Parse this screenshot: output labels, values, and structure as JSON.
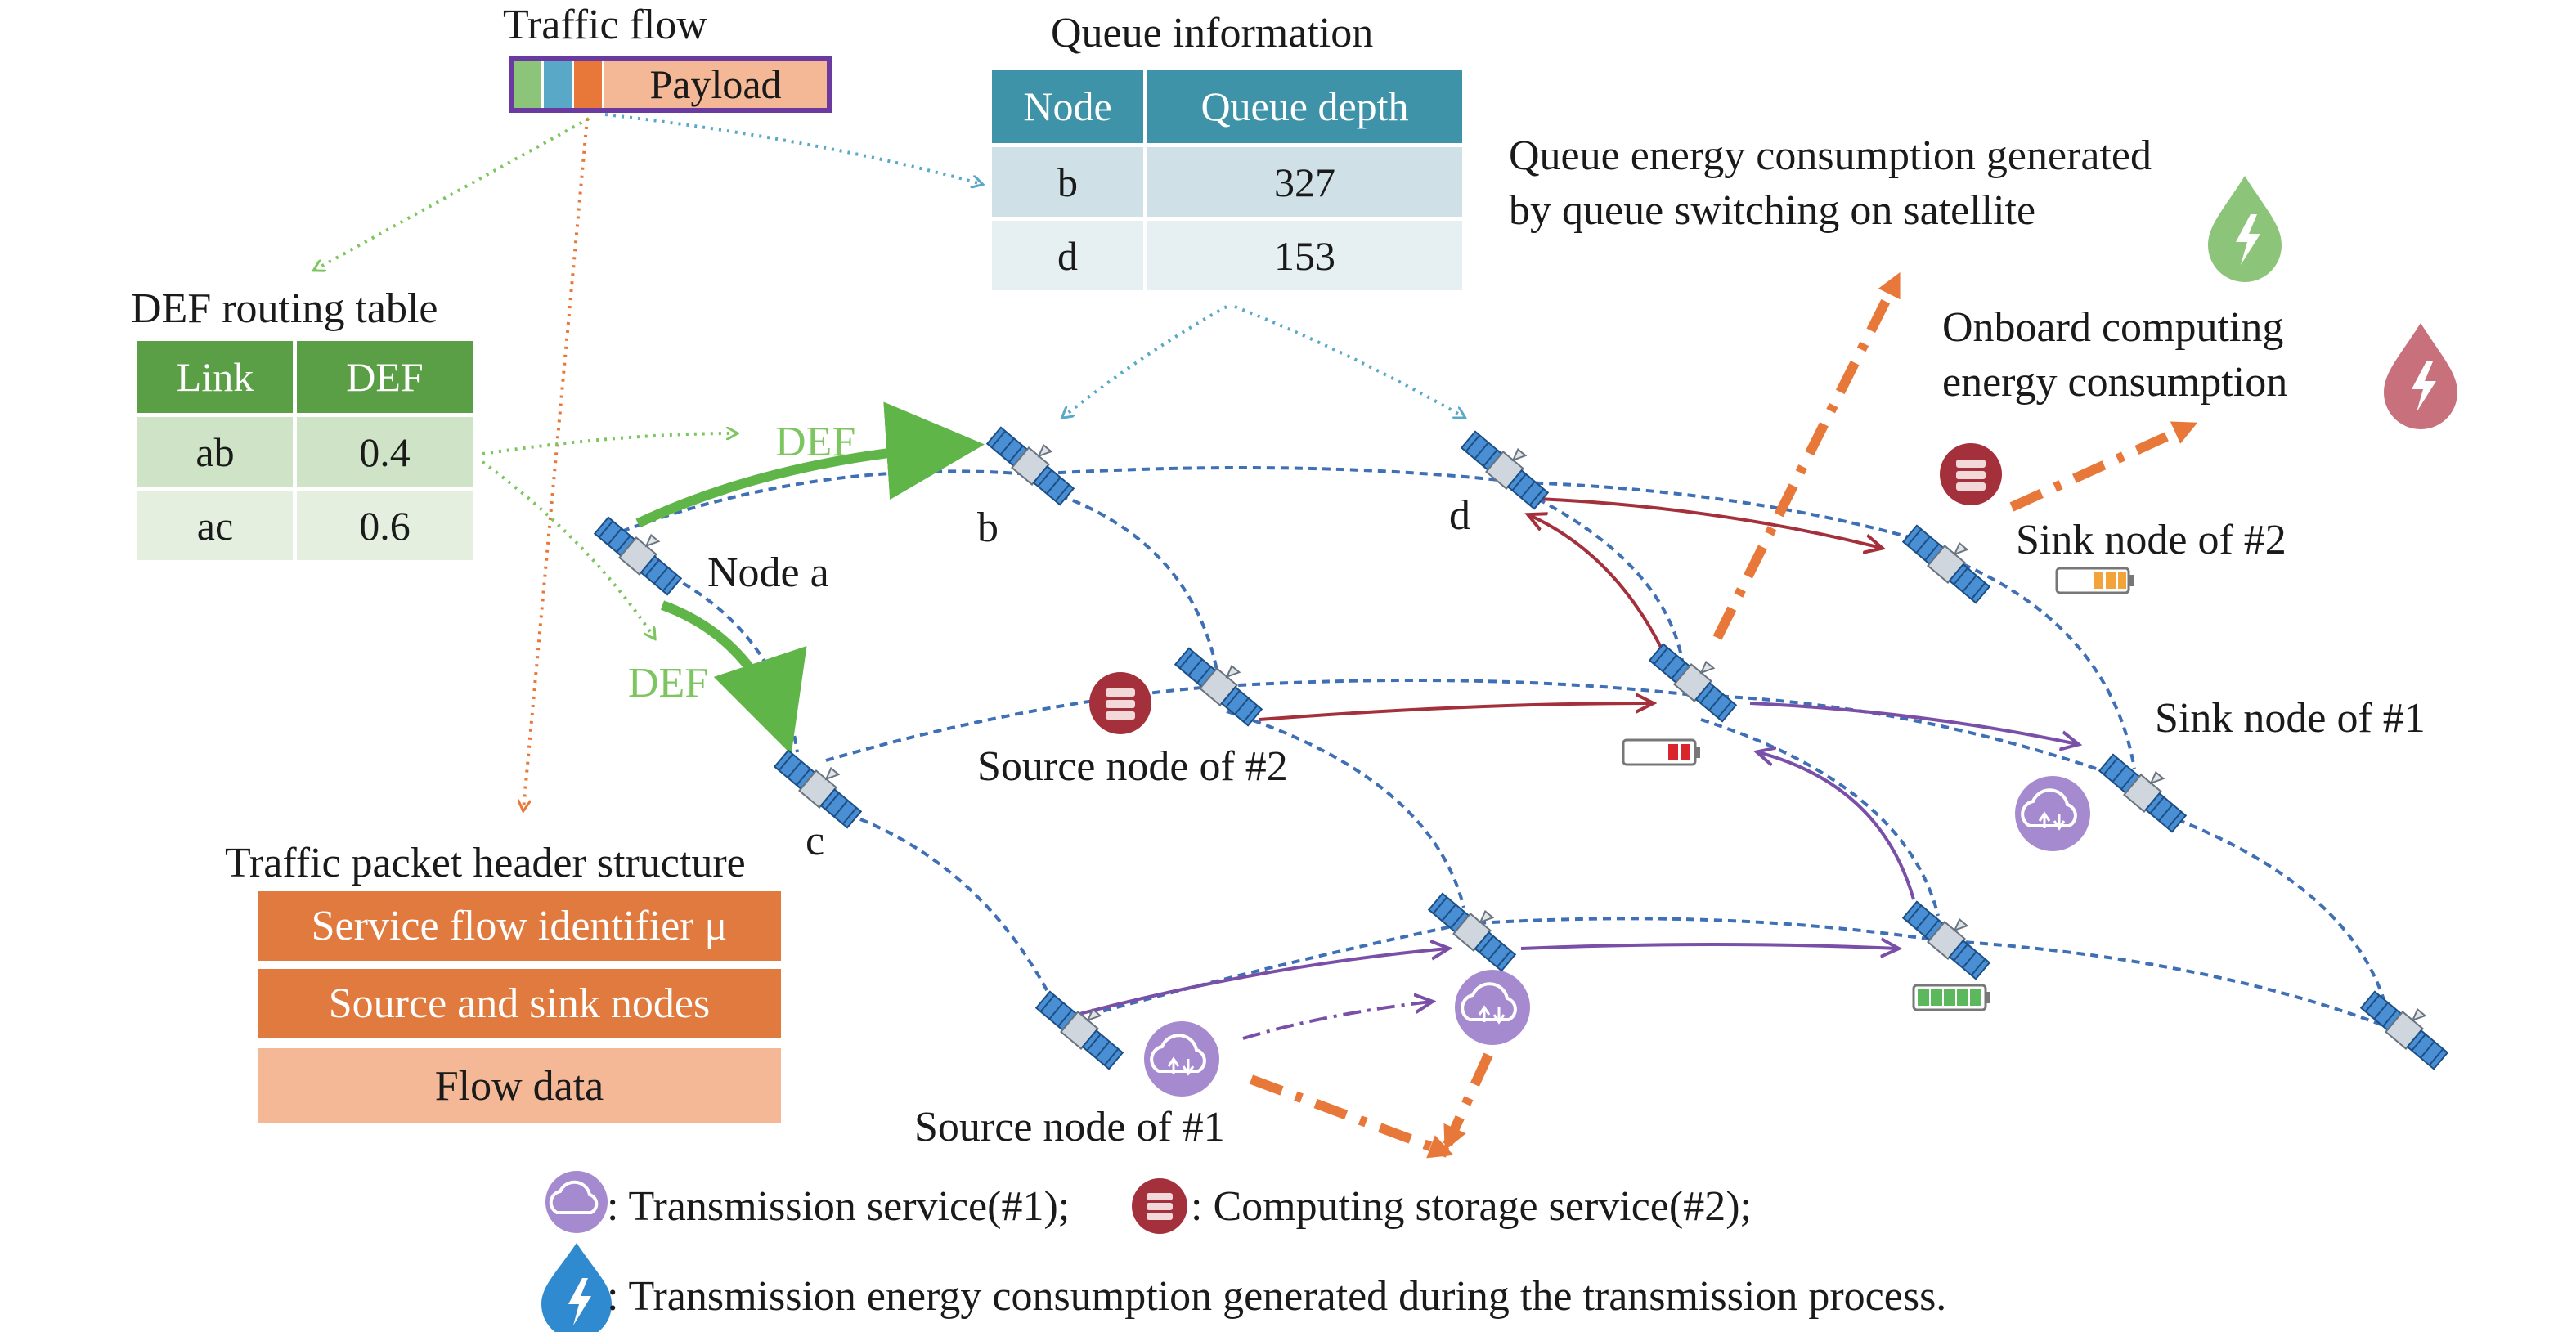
{
  "traffic_flow": {
    "title": "Traffic flow",
    "payload": "Payload"
  },
  "queue_info": {
    "title": "Queue information",
    "headers": [
      "Node",
      "Queue depth"
    ],
    "rows": [
      {
        "node": "b",
        "depth": "327"
      },
      {
        "node": "d",
        "depth": "153"
      }
    ]
  },
  "def_table": {
    "title": "DEF routing table",
    "headers": [
      "Link",
      "DEF"
    ],
    "rows": [
      {
        "link": "ab",
        "def": "0.4"
      },
      {
        "link": "ac",
        "def": "0.6"
      }
    ]
  },
  "header_structure": {
    "title": "Traffic packet header structure",
    "rows": [
      "Service flow identifier μ",
      "Source and sink nodes",
      "Flow data"
    ]
  },
  "labels": {
    "queue_energy": [
      "Queue energy consumption generated",
      "by queue switching on satellite"
    ],
    "compute_energy": [
      "Onboard computing",
      "energy consumption"
    ],
    "def_top": "DEF",
    "def_bottom": "DEF",
    "node_a": "Node a",
    "node_b": "b",
    "node_c": "c",
    "node_d": "d",
    "sink2": "Sink node of #2",
    "sink1": "Sink node of #1",
    "source2": "Source node of #2",
    "source1": "Source node of #1"
  },
  "legend": {
    "transmission": ": Transmission service(#1);",
    "computing": ": Computing storage service(#2);",
    "energy": ": Transmission energy consumption generated during the transmission process."
  },
  "colors": {
    "green": "#5fb548",
    "orange": "#e8783a",
    "blue_dotted": "#5aa8c8",
    "purple": "#7a4fa8",
    "dark_red": "#a3303a",
    "teal_header": "#3e93a8",
    "green_header": "#5a9e45"
  }
}
